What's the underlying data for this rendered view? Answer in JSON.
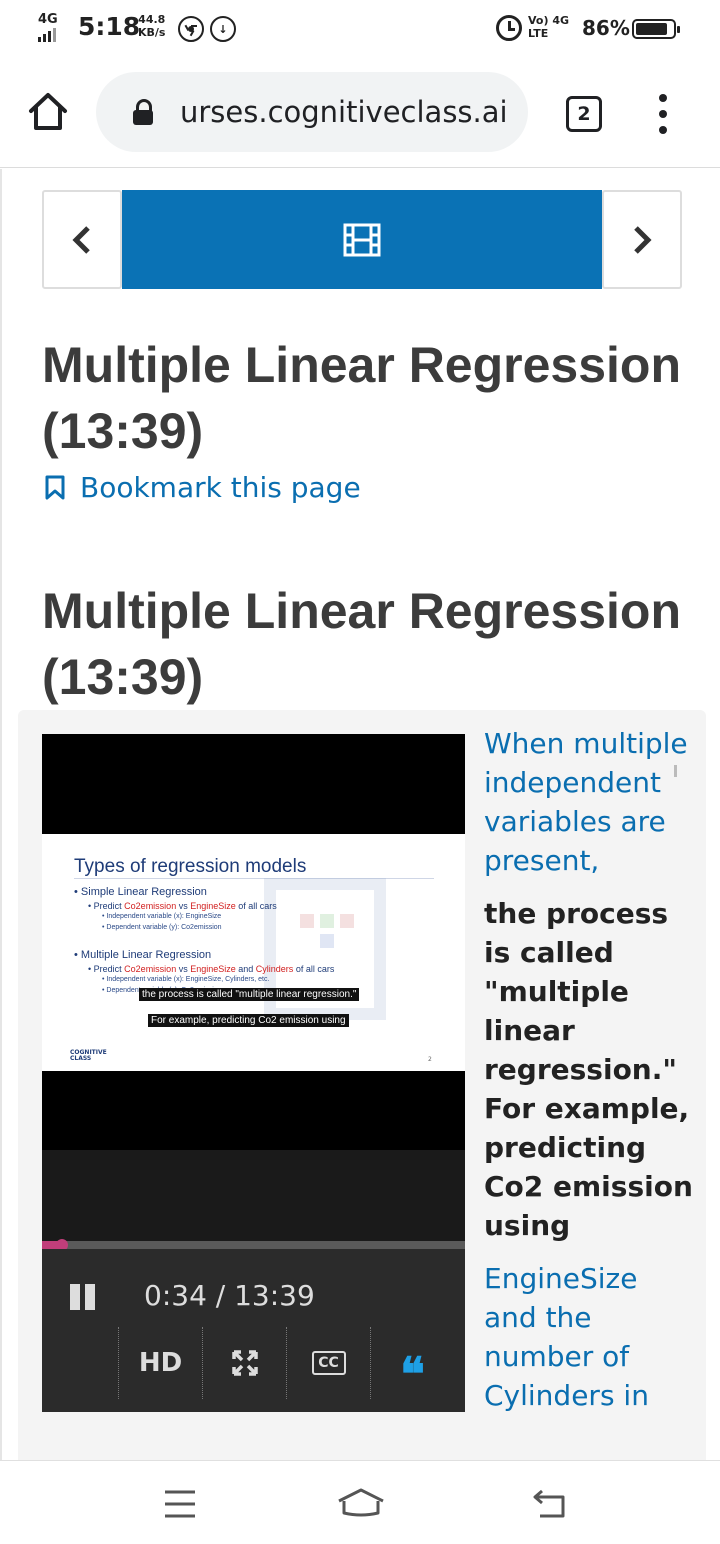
{
  "status_bar": {
    "network": "4G",
    "time": "5:18",
    "speed_value": "44.8",
    "speed_unit": "KB/s",
    "lte_top": "Vo) 4G",
    "lte_bottom": "LTE",
    "battery": "86%"
  },
  "browser": {
    "url": "urses.cognitiveclass.ai",
    "tab_count": "2"
  },
  "page": {
    "unit_title": "Multiple Linear Regression (13:39)",
    "bookmark_label": "Bookmark this page",
    "video_title": "Multiple Linear Regression (13:39)"
  },
  "video": {
    "time": "0:34 / 13:39",
    "progress_fraction": 0.042,
    "hd_label": "HD",
    "cc_label": "CC",
    "slide": {
      "title": "Types of regression models",
      "lines": [
        {
          "level": 1,
          "text": "Simple Linear Regression"
        },
        {
          "level": 2,
          "pre": "Predict ",
          "a": "Co2emission",
          "mid": " vs ",
          "b": "EngineSize",
          "post": " of all cars"
        },
        {
          "level": 3,
          "text": "Independent variable (x): EngineSize"
        },
        {
          "level": 3,
          "text": "Dependent variable (y): Co2emission"
        },
        {
          "level": 1,
          "text": "Multiple Linear Regression"
        },
        {
          "level": 2,
          "pre": "Predict ",
          "a": "Co2emission",
          "mid": " vs ",
          "b": "EngineSize",
          "mid2": " and ",
          "c": "Cylinders",
          "post": " of all cars"
        },
        {
          "level": 3,
          "text": "Independent variable (x): EngineSize, Cylinders, etc."
        },
        {
          "level": 3,
          "text": "Dependent variable (y): Co2emission"
        }
      ],
      "caption_1": "the process is called \"multiple linear regression.\"",
      "caption_2": "For example, predicting Co2 emission using",
      "logo_line1": "COGNITIVE",
      "logo_line2": "CLASS",
      "page_number": "2"
    }
  },
  "transcript": {
    "before": "When multiple independent variables are present,",
    "current": "the process is called \"multiple linear regression.\" For example, predicting Co2 emission using",
    "after": "EngineSize and the number of Cylinders in"
  },
  "colors": {
    "accent": "#0a72b5",
    "link": "#0a6eb0",
    "progress": "#c13e7a",
    "transcript_icon": "#1ea0e6"
  }
}
